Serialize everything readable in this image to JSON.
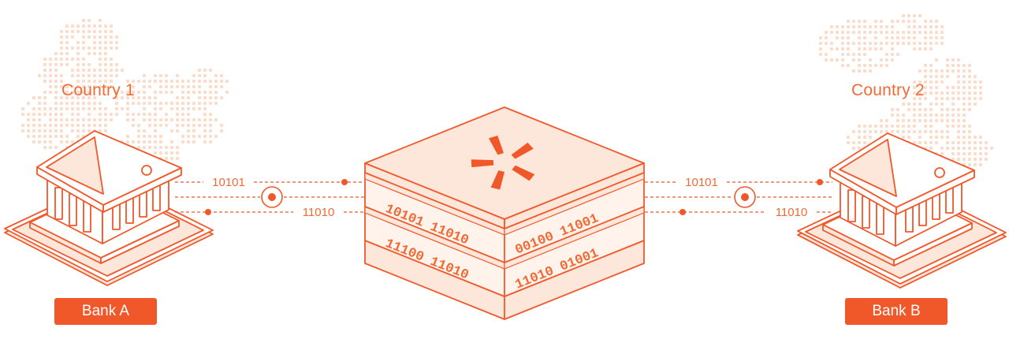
{
  "colors": {
    "accent": "#F0582A",
    "accent_light": "#FDE6DA",
    "accent_pale": "#FFF3EC",
    "map_dots": "#FBDCCB",
    "background": "#FFFFFF"
  },
  "left": {
    "country_label": "Country 1",
    "bank_label": "Bank A",
    "line_top_code": "10101",
    "line_bottom_code": "11010"
  },
  "right": {
    "country_label": "Country 2",
    "bank_label": "Bank B",
    "line_top_code": "10101",
    "line_bottom_code": "11010"
  },
  "center": {
    "logo_icon": "pinwheel-logo-icon",
    "layer1_front_left": "10101 11010",
    "layer1_front_right": "00100 11001",
    "layer2_front_left": "11100 11010",
    "layer2_front_right": "11010 01001"
  }
}
